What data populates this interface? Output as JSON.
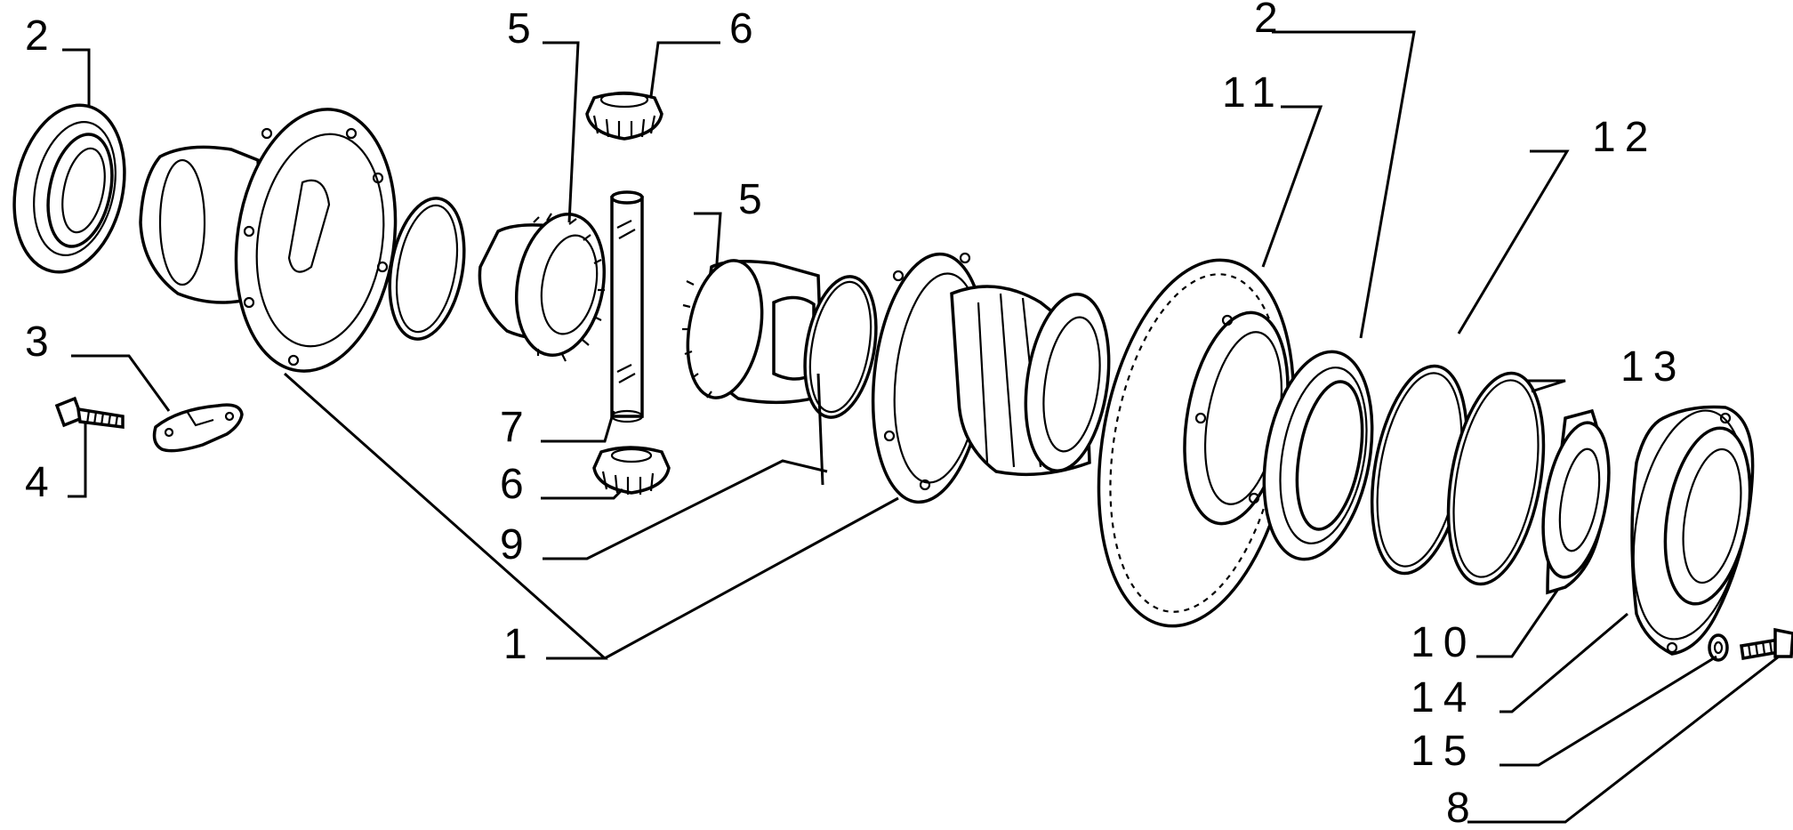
{
  "callouts": [
    {
      "id": "c2a",
      "text": "2"
    },
    {
      "id": "c5a",
      "text": "5"
    },
    {
      "id": "c6a",
      "text": "6"
    },
    {
      "id": "c2b",
      "text": "2"
    },
    {
      "id": "c11",
      "text": "11"
    },
    {
      "id": "c12",
      "text": "12"
    },
    {
      "id": "c5b",
      "text": "5"
    },
    {
      "id": "c3",
      "text": "3"
    },
    {
      "id": "c4",
      "text": "4"
    },
    {
      "id": "c7",
      "text": "7"
    },
    {
      "id": "c6b",
      "text": "6"
    },
    {
      "id": "c9",
      "text": "9"
    },
    {
      "id": "c13",
      "text": "13"
    },
    {
      "id": "c10",
      "text": "10"
    },
    {
      "id": "c1",
      "text": "1"
    },
    {
      "id": "c14",
      "text": "14"
    },
    {
      "id": "c15",
      "text": "15"
    },
    {
      "id": "c8",
      "text": "8"
    }
  ]
}
